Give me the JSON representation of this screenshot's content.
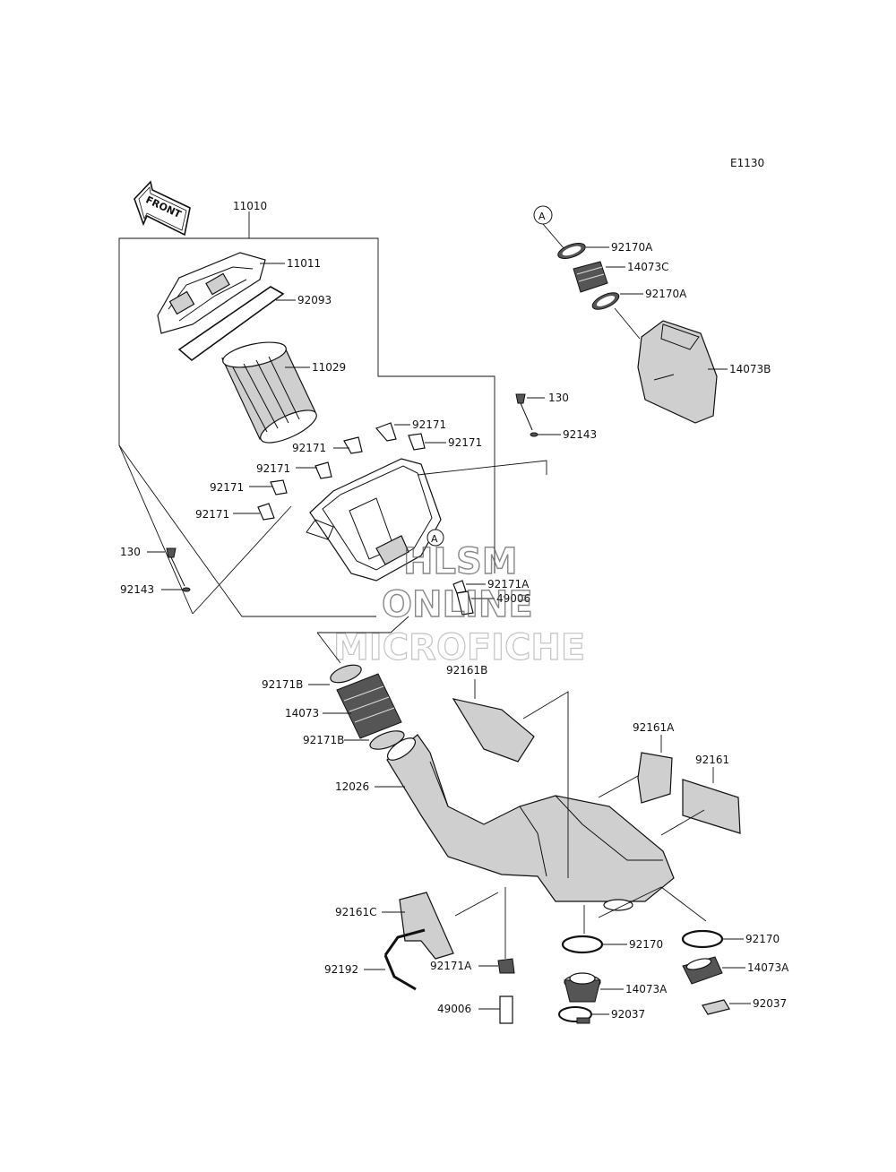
{
  "diagram_code": "E1130",
  "front_label": "FRONT",
  "ref_marker": "A",
  "watermark": {
    "line1": "HLSM",
    "line2": "ONLINE",
    "line3": "MICROFICHE"
  },
  "labels": {
    "p11010": "11010",
    "p11011": "11011",
    "p92093": "92093",
    "p11029": "11029",
    "p92171_1": "92171",
    "p92171_2": "92171",
    "p92171_3": "92171",
    "p92171_4": "92171",
    "p92171_5": "92171",
    "p92171_6": "92171",
    "p130_top": "130",
    "p92143_top": "92143",
    "p130_left": "130",
    "p92143_left": "92143",
    "p92171A_top": "92171A",
    "p49006_top": "49006",
    "p92170A_1": "92170A",
    "p14073C": "14073C",
    "p92170A_2": "92170A",
    "p14073B": "14073B",
    "p92171B_1": "92171B",
    "p14073": "14073",
    "p92171B_2": "92171B",
    "p92161B": "92161B",
    "p92161A": "92161A",
    "p92161": "92161",
    "p12026": "12026",
    "p92161C": "92161C",
    "p92192": "92192",
    "p92171A_bot": "92171A",
    "p49006_bot": "49006",
    "p92170_1": "92170",
    "p14073A_1": "14073A",
    "p92037_1": "92037",
    "p92170_2": "92170",
    "p14073A_2": "14073A",
    "p92037_2": "92037"
  }
}
